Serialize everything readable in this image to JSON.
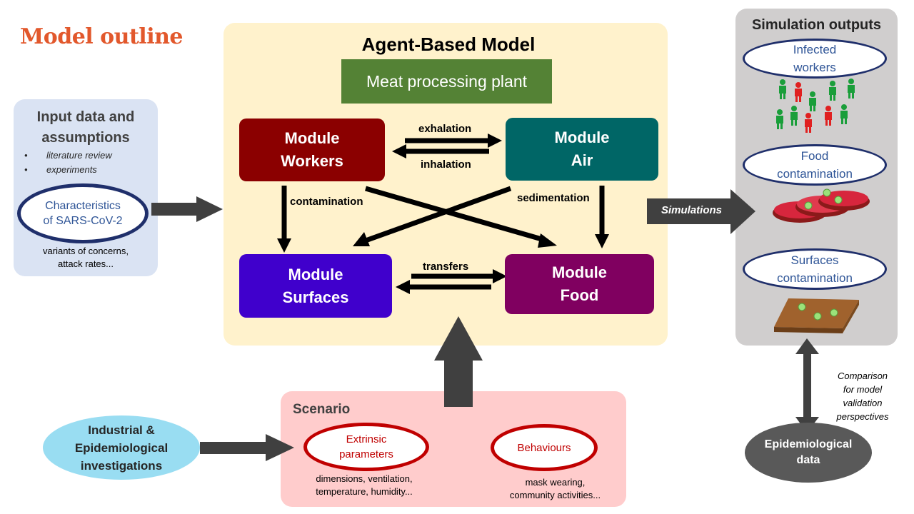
{
  "title": "Model outline",
  "input": {
    "heading_line1": "Input data and",
    "heading_line2": "assumptions",
    "bullets": [
      "literature review",
      "experiments"
    ],
    "ellipse_line1": "Characteristics",
    "ellipse_line2": "of SARS-CoV-2",
    "note_line1": "variants of concerns,",
    "note_line2": "attack rates..."
  },
  "abm": {
    "title": "Agent-Based Model",
    "plant": "Meat processing plant",
    "modules": {
      "workers": [
        "Module",
        "Workers"
      ],
      "air": [
        "Module",
        "Air"
      ],
      "surfaces": [
        "Module",
        "Surfaces"
      ],
      "food": [
        "Module",
        "Food"
      ]
    },
    "edges": {
      "exhalation": "exhalation",
      "inhalation": "inhalation",
      "contamination": "contamination",
      "sedimentation": "sedimentation",
      "transfers": "transfers"
    }
  },
  "simulations_label": "Simulations",
  "outputs": {
    "title": "Simulation outputs",
    "infected": [
      "Infected",
      "workers"
    ],
    "food": [
      "Food",
      "contamination"
    ],
    "surfaces": [
      "Surfaces",
      "contamination"
    ]
  },
  "comparison": [
    "Comparison",
    "for model",
    "validation",
    "perspectives"
  ],
  "epi_data": [
    "Epidemiological",
    "data"
  ],
  "scenario": {
    "title": "Scenario",
    "extrinsic": [
      "Extrinsic",
      "parameters"
    ],
    "extrinsic_note": [
      "dimensions, ventilation,",
      "temperature, humidity..."
    ],
    "behaviours": "Behaviours",
    "behaviours_note": [
      "mask wearing,",
      "community activities..."
    ]
  },
  "investigations": [
    "Industrial  &",
    "Epidemiological",
    "investigations"
  ],
  "colors": {
    "title": "#e2582c",
    "workers": "#8b0000",
    "air": "#006666",
    "surfaces": "#4000cc",
    "food": "#800060",
    "plant": "#548235"
  }
}
